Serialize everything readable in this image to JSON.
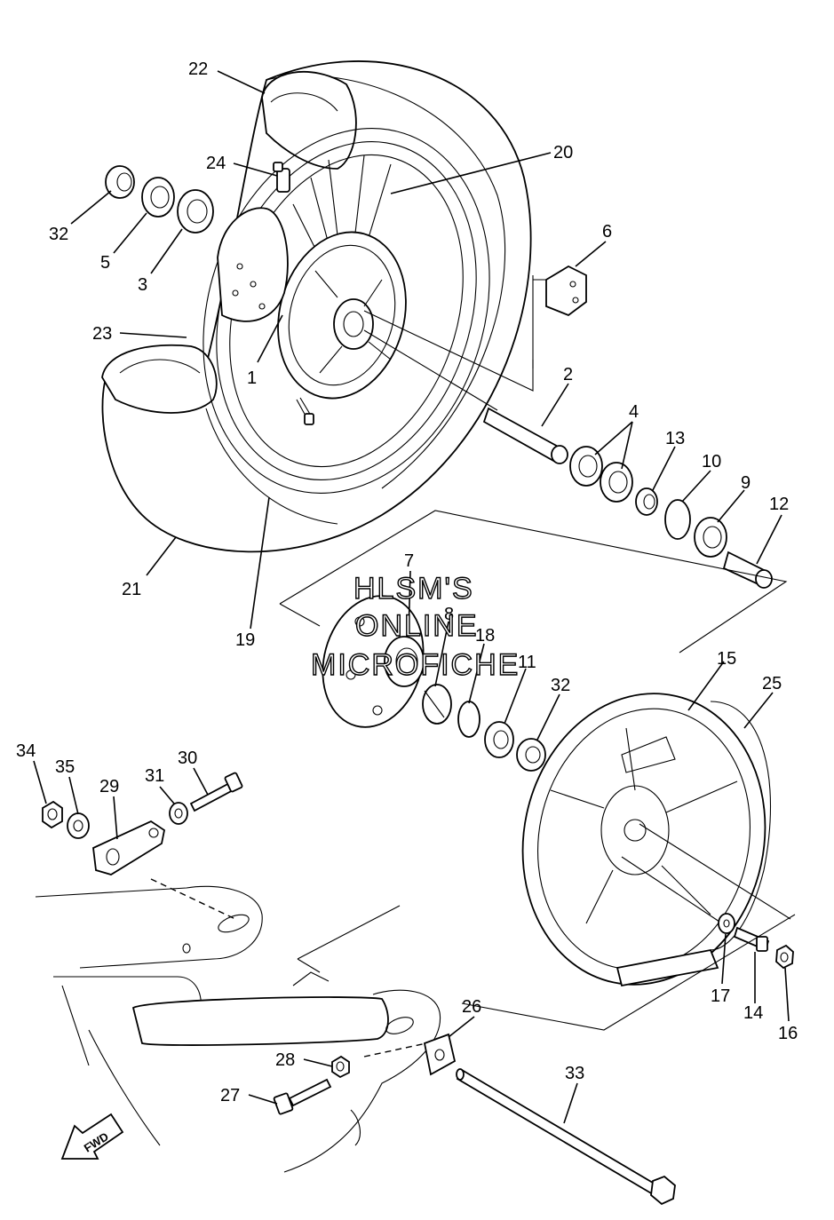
{
  "callouts": [
    {
      "id": "22",
      "label": "22"
    },
    {
      "id": "24",
      "label": "24"
    },
    {
      "id": "20",
      "label": "20"
    },
    {
      "id": "32a",
      "label": "32"
    },
    {
      "id": "5",
      "label": "5"
    },
    {
      "id": "3",
      "label": "3"
    },
    {
      "id": "6",
      "label": "6"
    },
    {
      "id": "23",
      "label": "23"
    },
    {
      "id": "1",
      "label": "1"
    },
    {
      "id": "2",
      "label": "2"
    },
    {
      "id": "4",
      "label": "4"
    },
    {
      "id": "13",
      "label": "13"
    },
    {
      "id": "10",
      "label": "10"
    },
    {
      "id": "9",
      "label": "9"
    },
    {
      "id": "12",
      "label": "12"
    },
    {
      "id": "21",
      "label": "21"
    },
    {
      "id": "19",
      "label": "19"
    },
    {
      "id": "7",
      "label": "7"
    },
    {
      "id": "8",
      "label": "8"
    },
    {
      "id": "18",
      "label": "18"
    },
    {
      "id": "11",
      "label": "11"
    },
    {
      "id": "32b",
      "label": "32"
    },
    {
      "id": "15",
      "label": "15"
    },
    {
      "id": "25",
      "label": "25"
    },
    {
      "id": "34",
      "label": "34"
    },
    {
      "id": "35",
      "label": "35"
    },
    {
      "id": "30",
      "label": "30"
    },
    {
      "id": "29",
      "label": "29"
    },
    {
      "id": "31",
      "label": "31"
    },
    {
      "id": "17",
      "label": "17"
    },
    {
      "id": "14",
      "label": "14"
    },
    {
      "id": "16",
      "label": "16"
    },
    {
      "id": "26",
      "label": "26"
    },
    {
      "id": "28",
      "label": "28"
    },
    {
      "id": "27",
      "label": "27"
    },
    {
      "id": "33",
      "label": "33"
    }
  ],
  "watermark": {
    "line1": "HLSM'S",
    "line2": "ONLINE",
    "line3": "MICROFICHE"
  },
  "direction_arrow": {
    "label": "FWD"
  }
}
